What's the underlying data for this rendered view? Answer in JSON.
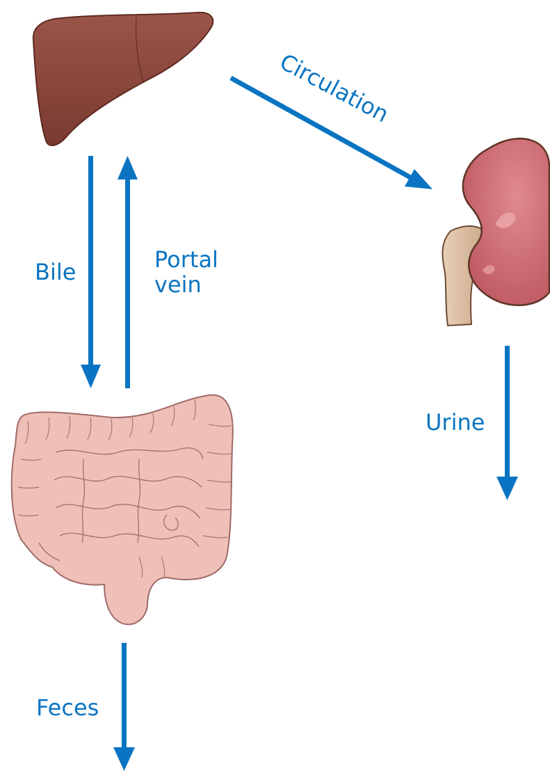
{
  "labels": {
    "circulation": "Circulation",
    "bile": "Bile",
    "portal_line1": "Portal",
    "portal_line2": "vein",
    "urine": "Urine",
    "feces": "Feces"
  },
  "colors": {
    "arrow": "#0a74c2",
    "label": "#0a74c2",
    "liver": "#8e4a3e",
    "liver_edge": "#5e2a22",
    "kidney": "#cd6c72",
    "kidney_edge": "#5e3526",
    "ureter": "#dcbfa3",
    "intestine": "#efc0b8",
    "intestine_edge": "#a06a68"
  }
}
